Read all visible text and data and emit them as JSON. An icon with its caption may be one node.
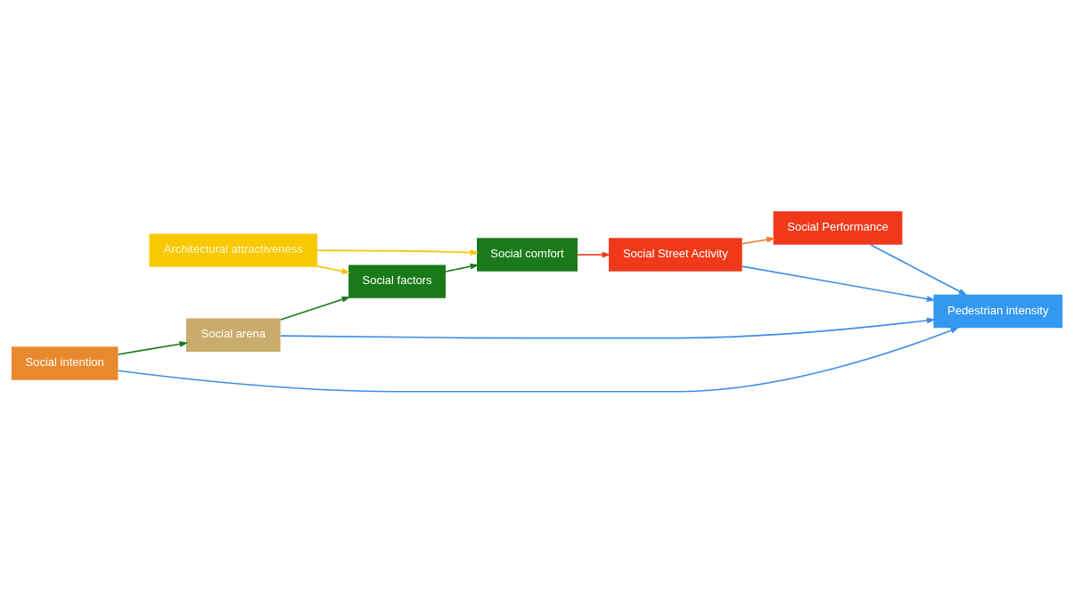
{
  "diagram": {
    "nodes": [
      {
        "text": [
          "Architectural attractiveness"
        ]
      },
      {
        "text": [
          "Social factors"
        ]
      },
      {
        "text": [
          "Social comfort"
        ]
      },
      {
        "text": [
          "Social intention"
        ]
      },
      {
        "text": [
          "Social arena"
        ]
      },
      {
        "text": [
          "Social Street Activity"
        ]
      },
      {
        "text": [
          "Social Performance"
        ]
      },
      {
        "text": [
          "Pedestrian intensity"
        ]
      }
    ],
    "edges": [
      {
        "from": 0,
        "to": 1,
        "arrow": "to",
        "color": "#f5c400"
      },
      {
        "from": 0,
        "to": 2,
        "arrow": "to",
        "color": "#f5c400"
      },
      {
        "from": 3,
        "to": 4,
        "arrow": "to",
        "color": "#1a7a1a"
      },
      {
        "from": 4,
        "to": 1,
        "arrow": "to",
        "color": "#1a7a1a"
      },
      {
        "from": 1,
        "to": 2,
        "arrow": "to",
        "color": "#1a7a1a"
      },
      {
        "from": 2,
        "to": 5,
        "arrow": "to",
        "color": "#f0391a"
      },
      {
        "from": 5,
        "to": 6,
        "arrow": "to",
        "color": "#ee7a2a"
      },
      {
        "from": 6,
        "to": 7,
        "arrow": "to"
      },
      {
        "from": 5,
        "to": 7,
        "arrow": "to"
      },
      {
        "from": 4,
        "to": 7,
        "arrow": "to"
      },
      {
        "from": 3,
        "to": 7,
        "arrow": "to"
      }
    ]
  }
}
